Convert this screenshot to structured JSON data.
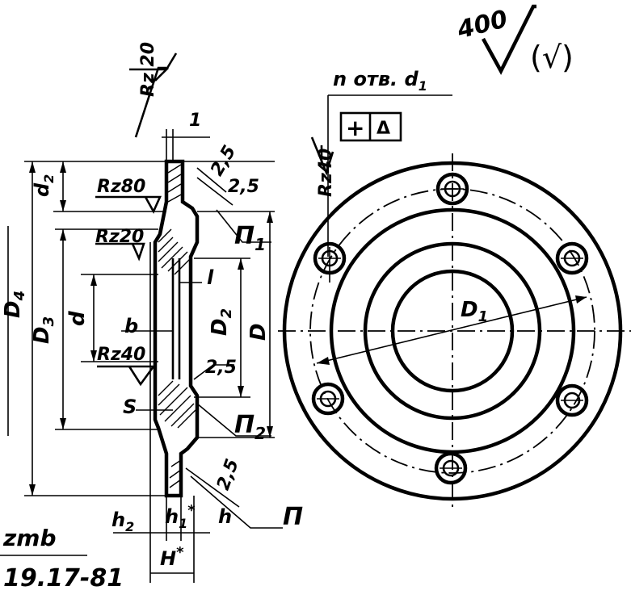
{
  "drawing": {
    "roughness_general": {
      "value": "400",
      "note": "(√)"
    },
    "roughness_rz20_top": "Rz 20",
    "roughness_rz80": "Rz80",
    "roughness_rz20_mid": "Rz20",
    "roughness_rz40_mid": "Rz40",
    "roughness_rz40_right": "Rz40",
    "dim_top_1": "1",
    "dim_2_5_a": "2,5",
    "dim_2_5_b": "2,5",
    "dim_2_5_c": "2,5",
    "dim_2_5_d": "2,5",
    "label_d2": "d",
    "label_d2_sub": "2",
    "label_D4": "D",
    "label_D4_sub": "4",
    "label_D3": "D",
    "label_D3_sub": "3",
    "label_d": "d",
    "label_b": "b",
    "label_s": "S",
    "label_l": "l",
    "label_D2": "D",
    "label_D2_sub": "2",
    "label_D": "D",
    "label_P1": "П",
    "label_P1_sub": "1",
    "label_P2": "П",
    "label_P2_sub": "2",
    "label_P": "П",
    "label_h2": "h",
    "label_h2_sub": "2",
    "label_h1": "h",
    "label_h1_sub": "1",
    "label_h1_star": "*",
    "label_h": "h",
    "label_H": "H",
    "label_H_star": "*",
    "holes_note": "n отв. d",
    "holes_note_sub": "1",
    "tolerance_symbol_1": "+",
    "tolerance_symbol_2": "Δ",
    "label_D1": "D",
    "label_D1_sub": "1",
    "fragment_left_bottom": "zmb",
    "fragment_standard": "19.17-81"
  }
}
